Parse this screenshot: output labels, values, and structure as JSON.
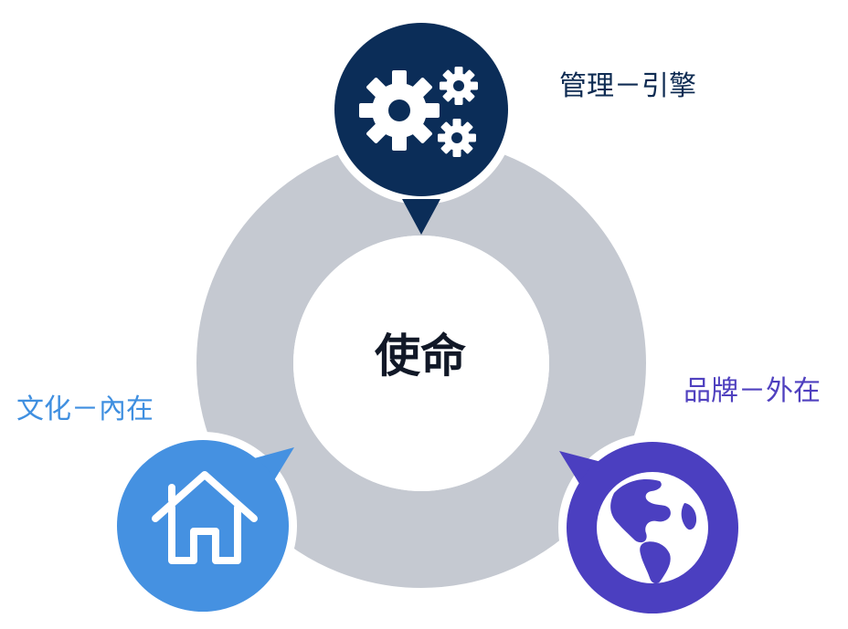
{
  "center": {
    "title": "使命"
  },
  "nodes": [
    {
      "id": "management",
      "label": "管理－引擎",
      "icon": "gears-icon",
      "color": "#0b2d58"
    },
    {
      "id": "brand",
      "label": "品牌－外在",
      "icon": "globe-icon",
      "color": "#4b3fc0"
    },
    {
      "id": "culture",
      "label": "文化－內在",
      "icon": "house-icon",
      "color": "#4591e1"
    }
  ],
  "colors": {
    "ring": "#c5c9d1",
    "management_label": "#0e2b52",
    "brand_label": "#4f40bf",
    "culture_label": "#3f8fe0"
  }
}
